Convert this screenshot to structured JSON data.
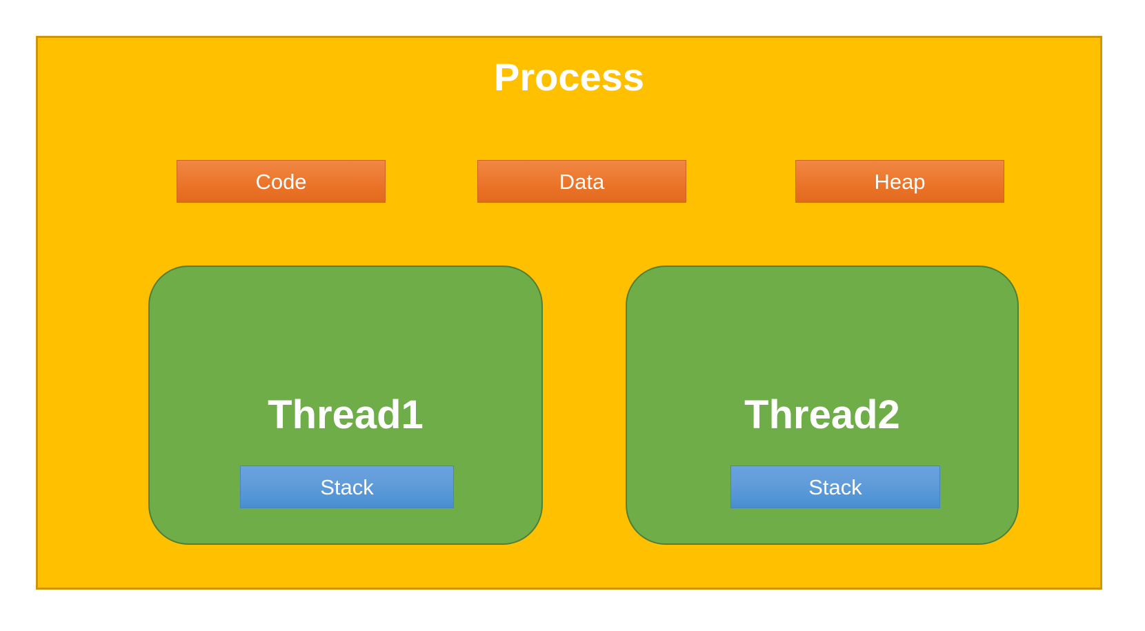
{
  "diagram": {
    "title": "Process",
    "colors": {
      "process_fill": "#ffc000",
      "process_border": "#d09600",
      "segment_fill_top": "#ef8743",
      "segment_fill_bottom": "#e26a1d",
      "thread_fill": "#6fad48",
      "thread_border": "#4f7f35",
      "stack_fill_top": "#6aa3dd",
      "stack_fill_bottom": "#4a8ece",
      "label_text": "#ffffff"
    },
    "segments": [
      {
        "label": "Code"
      },
      {
        "label": "Data"
      },
      {
        "label": "Heap"
      }
    ],
    "threads": [
      {
        "label": "Thread1",
        "stack_label": "Stack"
      },
      {
        "label": "Thread2",
        "stack_label": "Stack"
      }
    ]
  }
}
